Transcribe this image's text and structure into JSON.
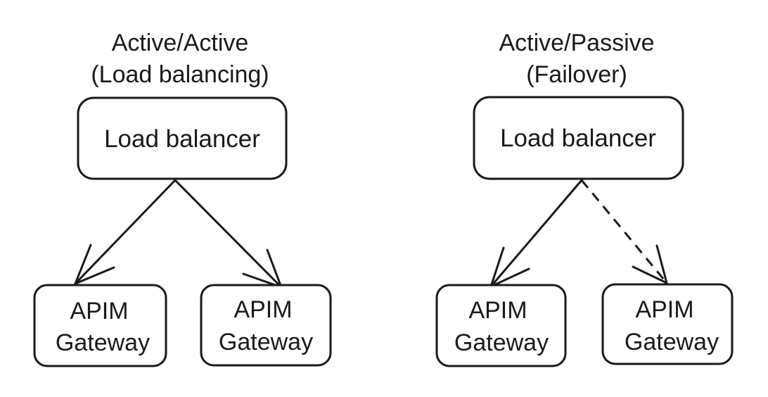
{
  "diagrams": [
    {
      "title_line1": "Active/Active",
      "title_line2": "(Load balancing)",
      "balancer_label": "Load balancer",
      "gateways": [
        {
          "line1": "APIM",
          "line2": "Gateway",
          "link_style": "solid"
        },
        {
          "line1": "APIM",
          "line2": "Gateway",
          "link_style": "solid"
        }
      ]
    },
    {
      "title_line1": "Active/Passive",
      "title_line2": "(Failover)",
      "balancer_label": "Load balancer",
      "gateways": [
        {
          "line1": "APIM",
          "line2": "Gateway",
          "link_style": "solid"
        },
        {
          "line1": "APIM",
          "line2": "Gateway",
          "link_style": "dashed"
        }
      ]
    }
  ]
}
